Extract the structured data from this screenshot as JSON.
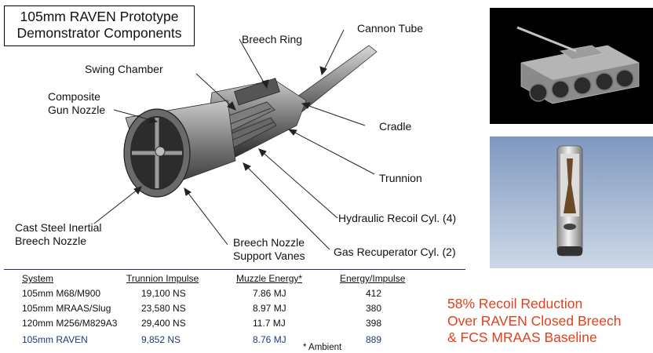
{
  "title": {
    "line1": "105mm RAVEN Prototype",
    "line2": "Demonstrator Components"
  },
  "labels": {
    "breech_ring": "Breech Ring",
    "cannon_tube": "Cannon Tube",
    "swing_chamber": "Swing Chamber",
    "composite_nozzle_1": "Composite",
    "composite_nozzle_2": "Gun Nozzle",
    "cradle": "Cradle",
    "trunnion": "Trunnion",
    "hydraulic_recoil": "Hydraulic Recoil Cyl. (4)",
    "cast_steel_1": "Cast Steel Inertial",
    "cast_steel_2": "Breech Nozzle",
    "support_vanes_1": "Breech Nozzle",
    "support_vanes_2": "Support Vanes",
    "gas_recuperator": "Gas Recuperator Cyl. (2)"
  },
  "table": {
    "headers": [
      "System",
      "Trunnion Impulse",
      "Muzzle Energy*",
      "Energy/Impulse"
    ],
    "rows": [
      [
        "105mm M68/M900",
        "19,100 NS",
        "7.86 MJ",
        "412"
      ],
      [
        "105mm MRAAS/Slug",
        "23,580 NS",
        "8.97 MJ",
        "380"
      ],
      [
        "120mm M256/M829A3",
        "29,400 NS",
        "11.7 MJ",
        "398"
      ],
      [
        "105mm RAVEN",
        "9,852 NS",
        "8.76 MJ",
        "889"
      ]
    ],
    "footnote": "* Ambient"
  },
  "callout": {
    "line1": "58% Recoil Reduction",
    "line2": "Over RAVEN Closed Breech",
    "line3": "& FCS MRAAS Baseline"
  },
  "colors": {
    "callout": "#e0401c",
    "highlight_row": "#1f3a7a",
    "photo_background_top": "#000000",
    "photo_background_bottom": "#9fb6d6"
  }
}
